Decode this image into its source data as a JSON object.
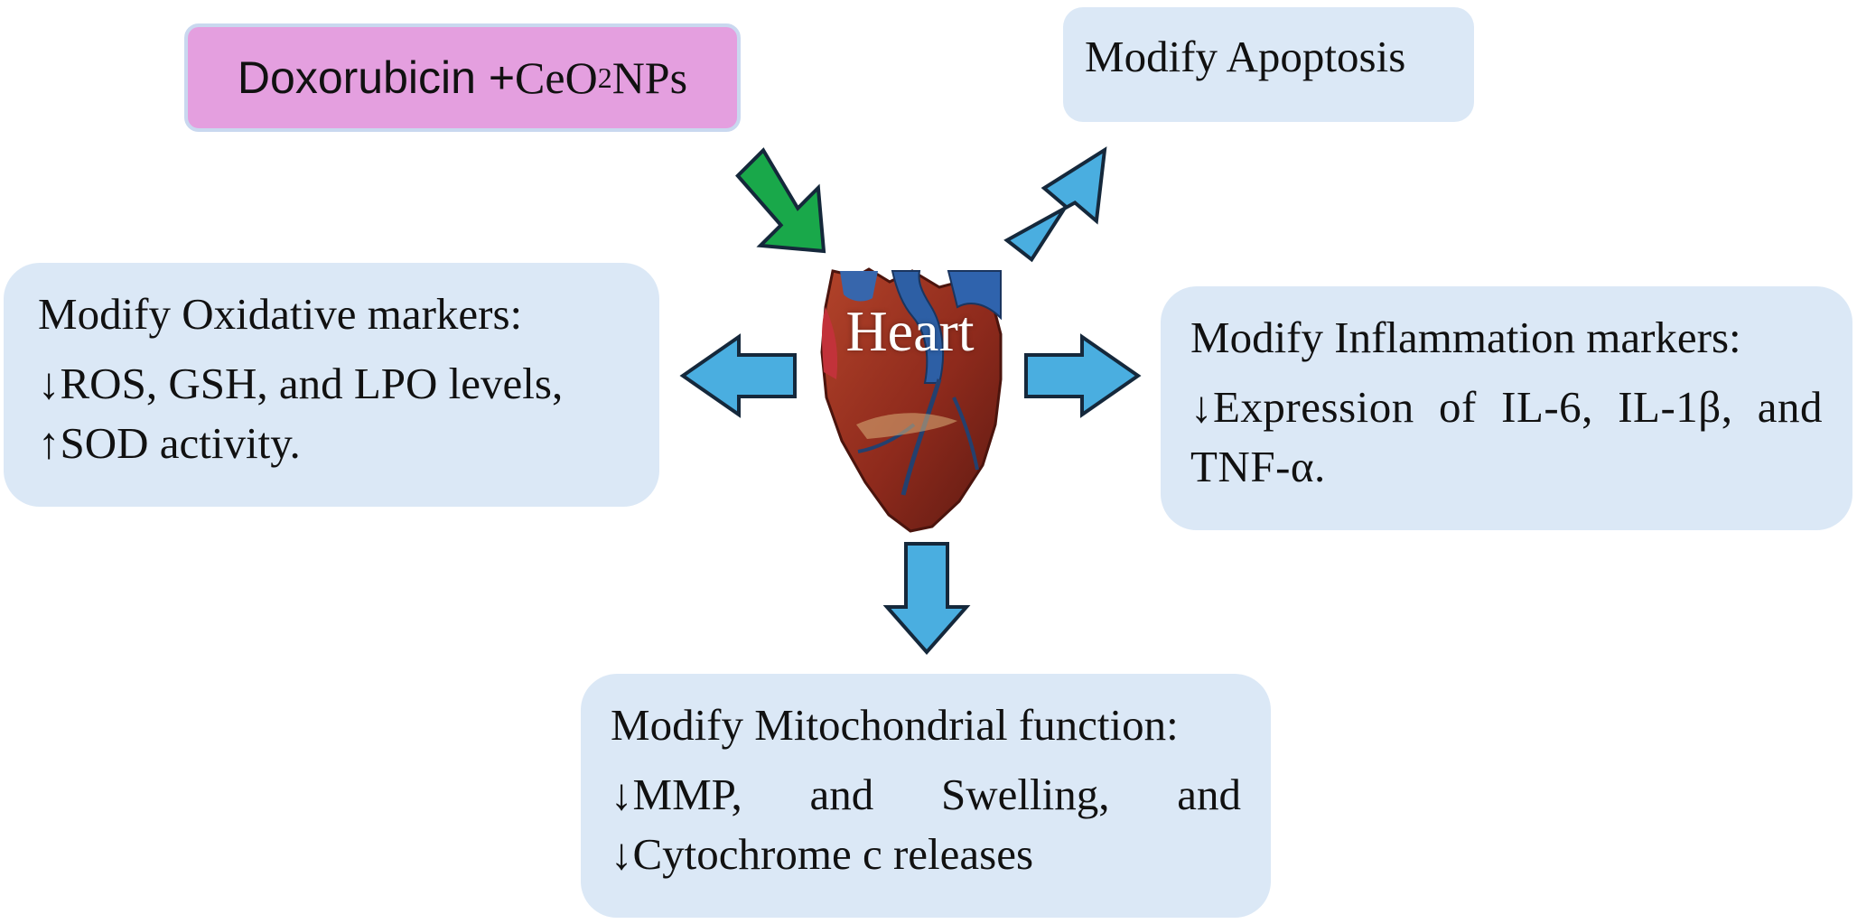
{
  "drug": {
    "label_main": "Doxorubicin + ",
    "label_compound": "CeO",
    "label_subscript": "2",
    "label_tail": " NPs"
  },
  "center": {
    "label": "Heart"
  },
  "effects": {
    "apoptosis": {
      "title": "Modify Apoptosis"
    },
    "oxidative": {
      "title": "Modify Oxidative markers:",
      "line1": "↓ROS, GSH, and LPO levels,",
      "line2": "↑SOD activity."
    },
    "inflammation": {
      "title": "Modify Inflammation markers:",
      "body": "↓Expression of IL-6, IL-1β, and TNF-α."
    },
    "mitochondrial": {
      "title": "Modify Mitochondrial function:",
      "body": "↓MMP, and Swelling, and ↓Cytochrome c releases"
    }
  },
  "colors": {
    "drug_fill": "#e49fdf",
    "box_fill": "#dbe8f6",
    "arrow_blue": "#4aaee0",
    "arrow_green": "#19a84a",
    "arrow_outline": "#15283b"
  }
}
